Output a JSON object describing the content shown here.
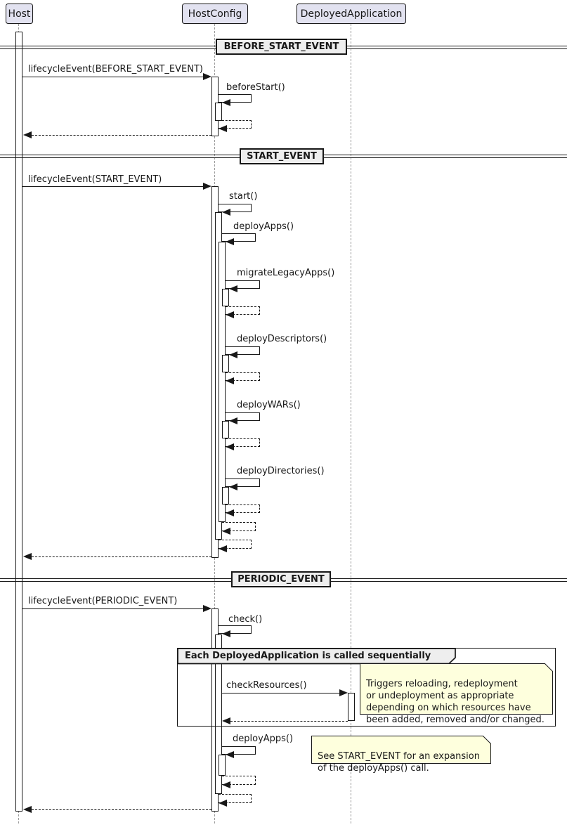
{
  "diagram_type": "uml-sequence-diagram",
  "participants": [
    {
      "name": "Host"
    },
    {
      "name": "HostConfig"
    },
    {
      "name": "DeployedApplication"
    }
  ],
  "sections": [
    {
      "divider": "BEFORE_START_EVENT",
      "messages": {
        "lifecycle": "lifecycleEvent(BEFORE_START_EVENT)",
        "beforeStart": "beforeStart()"
      }
    },
    {
      "divider": "START_EVENT",
      "messages": {
        "lifecycle": "lifecycleEvent(START_EVENT)",
        "start": "start()",
        "deployApps": "deployApps()",
        "migrateLegacyApps": "migrateLegacyApps()",
        "deployDescriptors": "deployDescriptors()",
        "deployWARs": "deployWARs()",
        "deployDirectories": "deployDirectories()"
      }
    },
    {
      "divider": "PERIODIC_EVENT",
      "messages": {
        "lifecycle": "lifecycleEvent(PERIODIC_EVENT)",
        "check": "check()",
        "checkResources": "checkResources()",
        "deployApps": "deployApps()"
      },
      "group_label": "Each DeployedApplication is called sequentially",
      "notes": {
        "checkResources": "Triggers reloading, redeployment\nor undeployment as appropriate\ndepending on which resources have\nbeen added, removed and/or changed.",
        "deployApps": "See START_EVENT for an expansion\nof the deployApps() call."
      }
    }
  ],
  "colors": {
    "participant_fill": "#E2E2F0",
    "divider_fill": "#EEEEEE",
    "group_header_fill": "#EEEEEE",
    "note_fill": "#FEFFDD",
    "line": "#181818",
    "lifeline": "#999999"
  }
}
